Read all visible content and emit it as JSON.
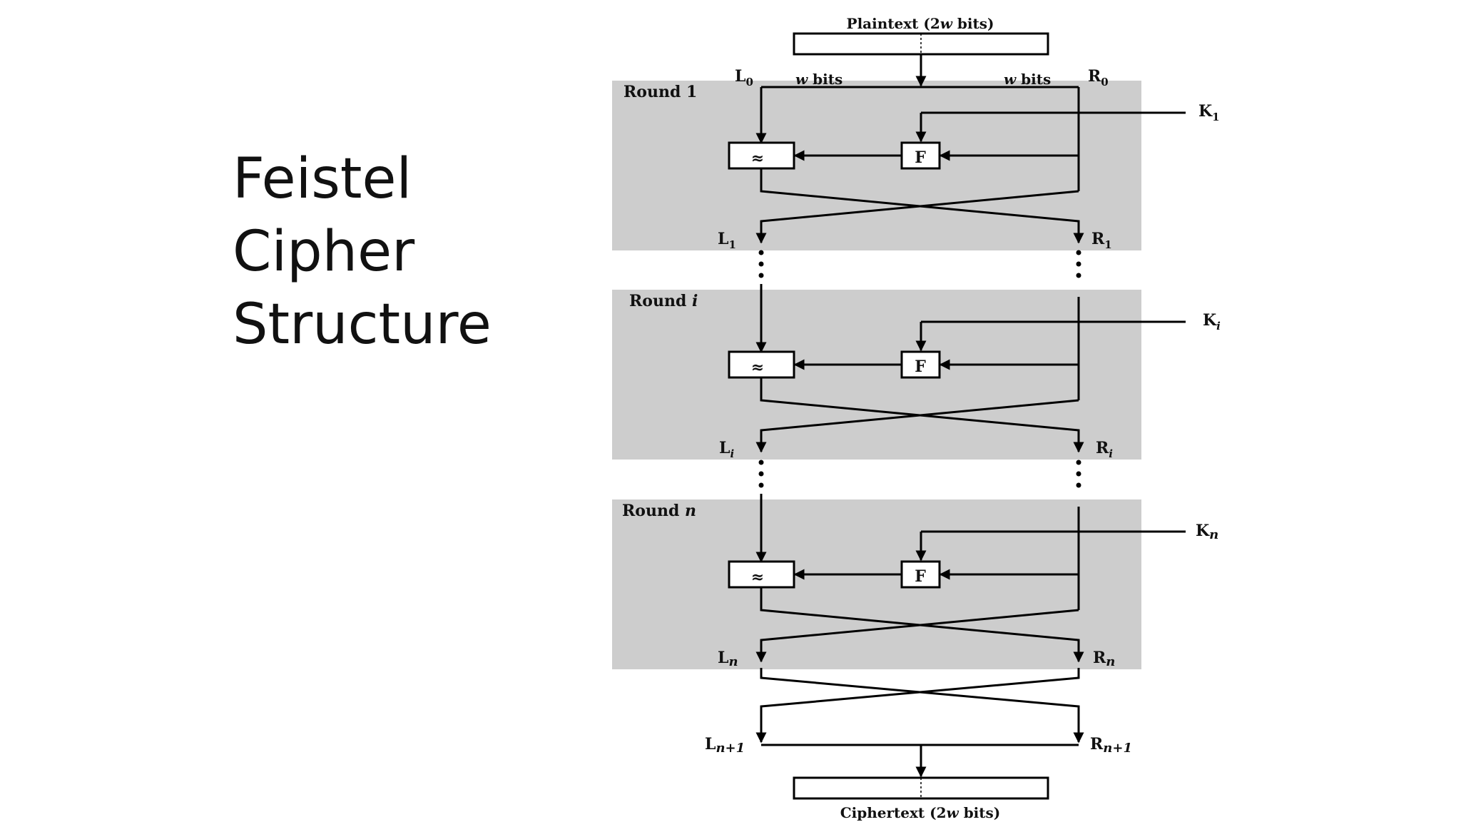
{
  "slide": {
    "title_lines": [
      "Feistel",
      "Cipher",
      "Structure"
    ]
  },
  "diagram": {
    "plaintext": {
      "prefix": "Plaintext (2",
      "w": "w",
      "suffix": " bits)"
    },
    "ciphertext": {
      "prefix": "Ciphertext (2",
      "w": "w",
      "suffix": " bits)"
    },
    "w_bits": {
      "w": "w",
      "suffix": " bits"
    },
    "xor_symbol": "≈",
    "f_label": "F",
    "rounds": [
      {
        "name": "Round ",
        "sub": "1",
        "key_base": "K",
        "key_sub": "1",
        "out_left_base": "L",
        "out_left_sub": "1",
        "out_right_base": "R",
        "out_right_sub": "1"
      },
      {
        "name": "Round ",
        "sub": "i",
        "key_base": "K",
        "key_sub": "i",
        "out_left_base": "L",
        "out_left_sub": "i",
        "out_right_base": "R",
        "out_right_sub": "i"
      },
      {
        "name": "Round ",
        "sub": "n",
        "key_base": "K",
        "key_sub": "n",
        "out_left_base": "L",
        "out_left_sub": "n",
        "out_right_base": "R",
        "out_right_sub": "n"
      }
    ],
    "input_left": {
      "base": "L",
      "sub": "0"
    },
    "input_right": {
      "base": "R",
      "sub": "0"
    },
    "final_left": {
      "base": "L",
      "sub": "n+1"
    },
    "final_right": {
      "base": "R",
      "sub": "n+1"
    }
  }
}
